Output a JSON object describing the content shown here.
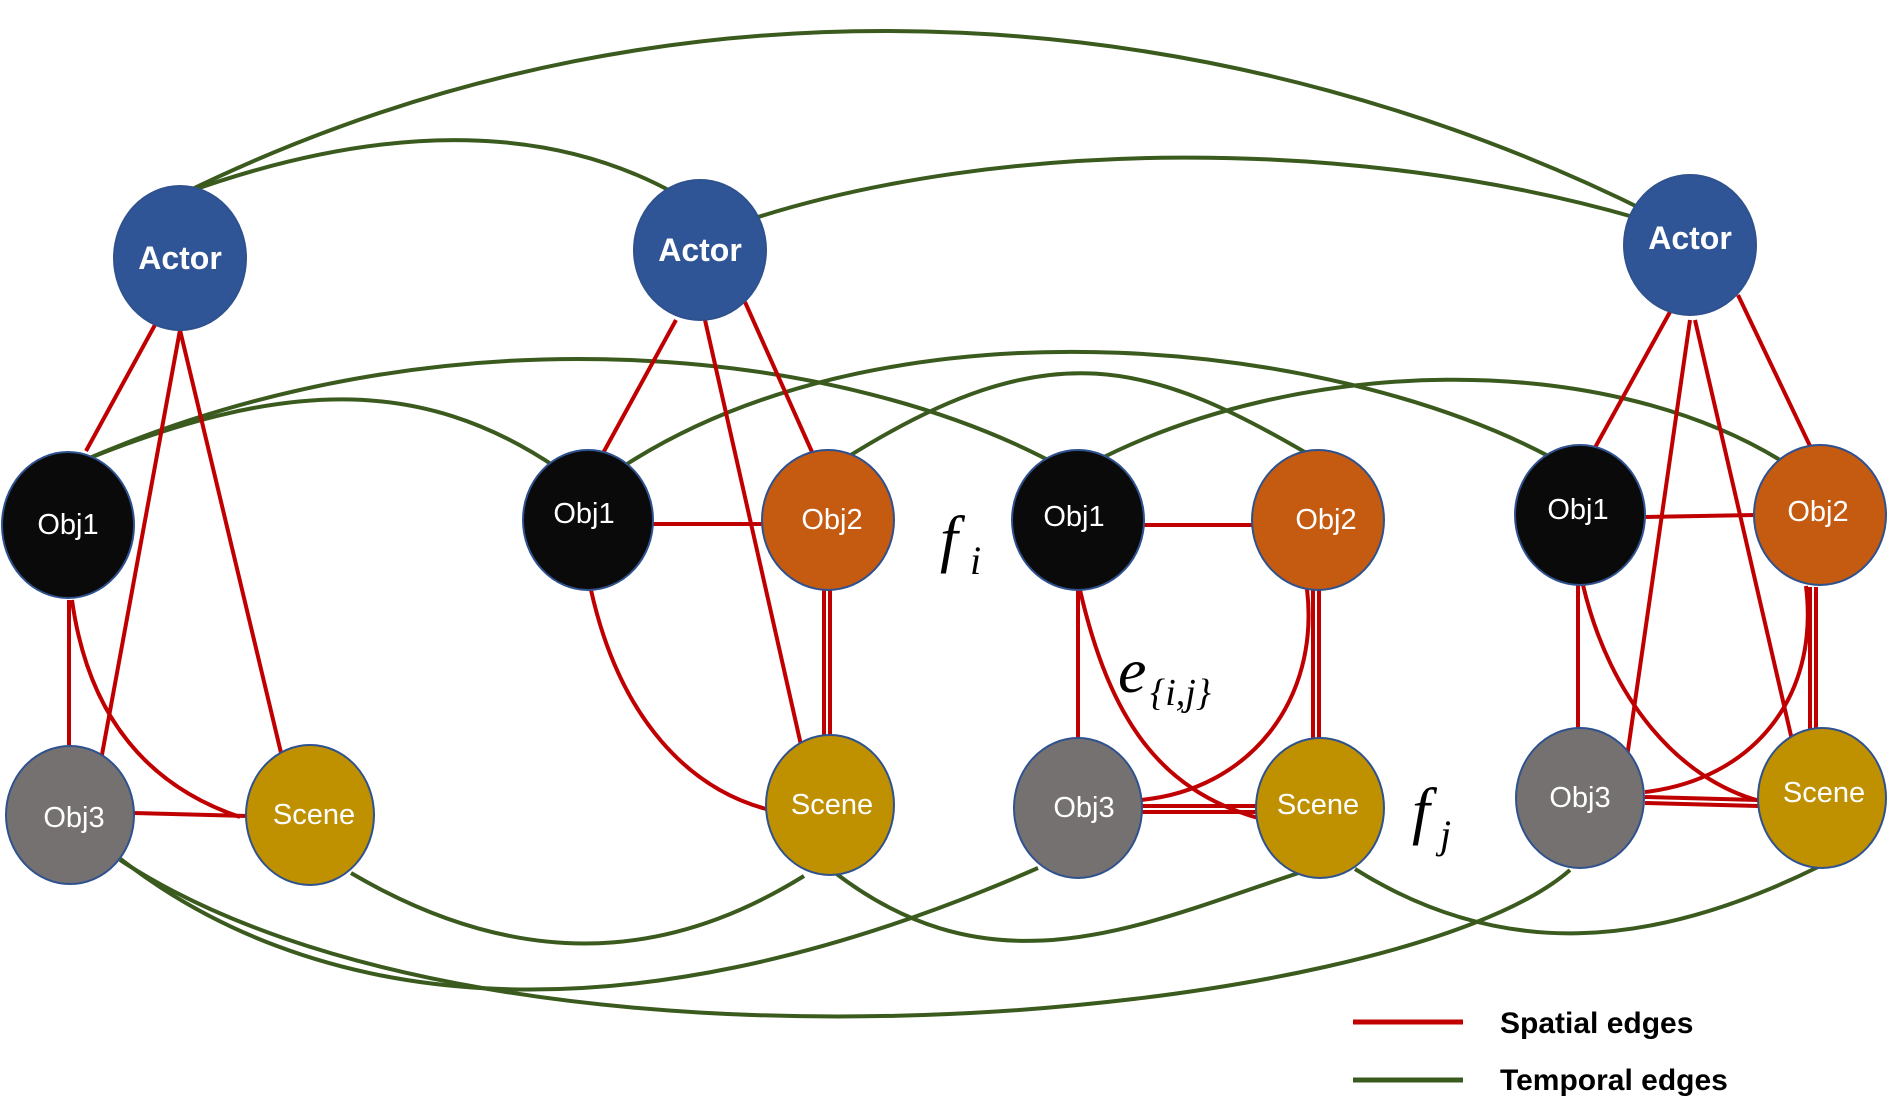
{
  "colors": {
    "actor": "#2F5597",
    "obj1": "#0A0A0A",
    "obj2": "#C55A11",
    "obj3": "#767171",
    "scene": "#BF9000",
    "spatial_edge": "#C00000",
    "temporal_edge": "#3A5A1E",
    "node_outline": "#2F528F"
  },
  "nodes": {
    "actor_a": "Actor",
    "actor_b": "Actor",
    "actor_c": "Actor",
    "obj1_a": "Obj1",
    "obj3_a": "Obj3",
    "scene_a": "Scene",
    "obj1_b": "Obj1",
    "obj2_b": "Obj2",
    "scene_b": "Scene",
    "obj1_c": "Obj1",
    "obj2_c": "Obj2",
    "obj3_c": "Obj3",
    "scene_c": "Scene",
    "obj1_d": "Obj1",
    "obj2_d": "Obj2",
    "obj3_d": "Obj3",
    "scene_d": "Scene"
  },
  "annotations": {
    "f": "f",
    "i": "i",
    "j": "j",
    "e": "e",
    "e_sub": "{i,j}"
  },
  "legend": {
    "spatial": "Spatial edges",
    "temporal": "Temporal edges"
  }
}
